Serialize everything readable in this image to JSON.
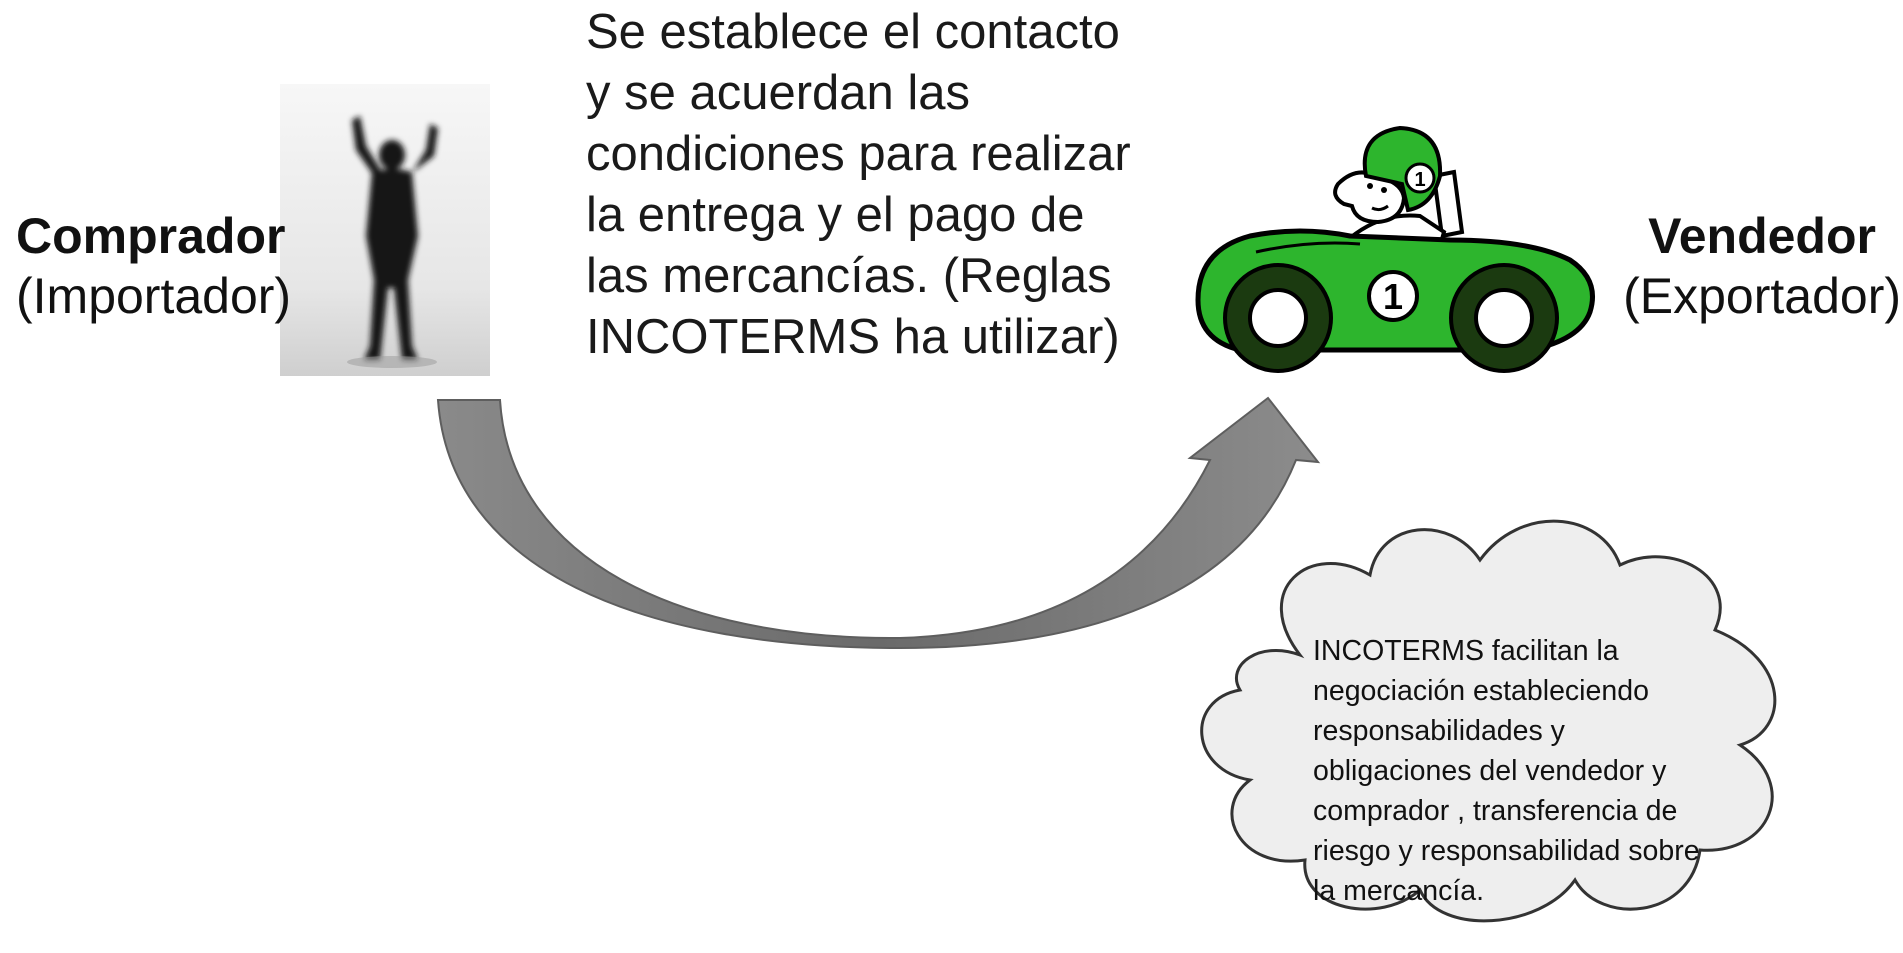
{
  "buyer": {
    "title": "Comprador",
    "subtitle": "(Importador)"
  },
  "seller": {
    "title": "Vendedor",
    "subtitle": "(Exportador)"
  },
  "center_text": {
    "lines": [
      "Se establece el contacto",
      "y se acuerdan las",
      "condiciones para realizar",
      "la entrega y el pago de",
      "las mercancías. (Reglas",
      "INCOTERMS ha utilizar)"
    ]
  },
  "cloud_text": {
    "lines": [
      "INCOTERMS facilitan la",
      "negociación estableciendo",
      "responsabilidades y",
      "obligaciones del vendedor y",
      "comprador , transferencia de",
      "riesgo y responsabilidad sobre",
      "la mercancía."
    ]
  },
  "car_number": "1",
  "helmet_number": "1",
  "icons": {
    "buyer_image": "person-silhouette-icon",
    "seller_image": "race-car-icon",
    "flow_arrow": "curved-arrow-icon",
    "note_shape": "cloud-icon"
  },
  "colors": {
    "car_body": "#2db52d",
    "car_dark": "#1b3a10",
    "arrow": "#7a7a7a",
    "cloud_fill": "#eeeeee",
    "cloud_stroke": "#333333"
  }
}
